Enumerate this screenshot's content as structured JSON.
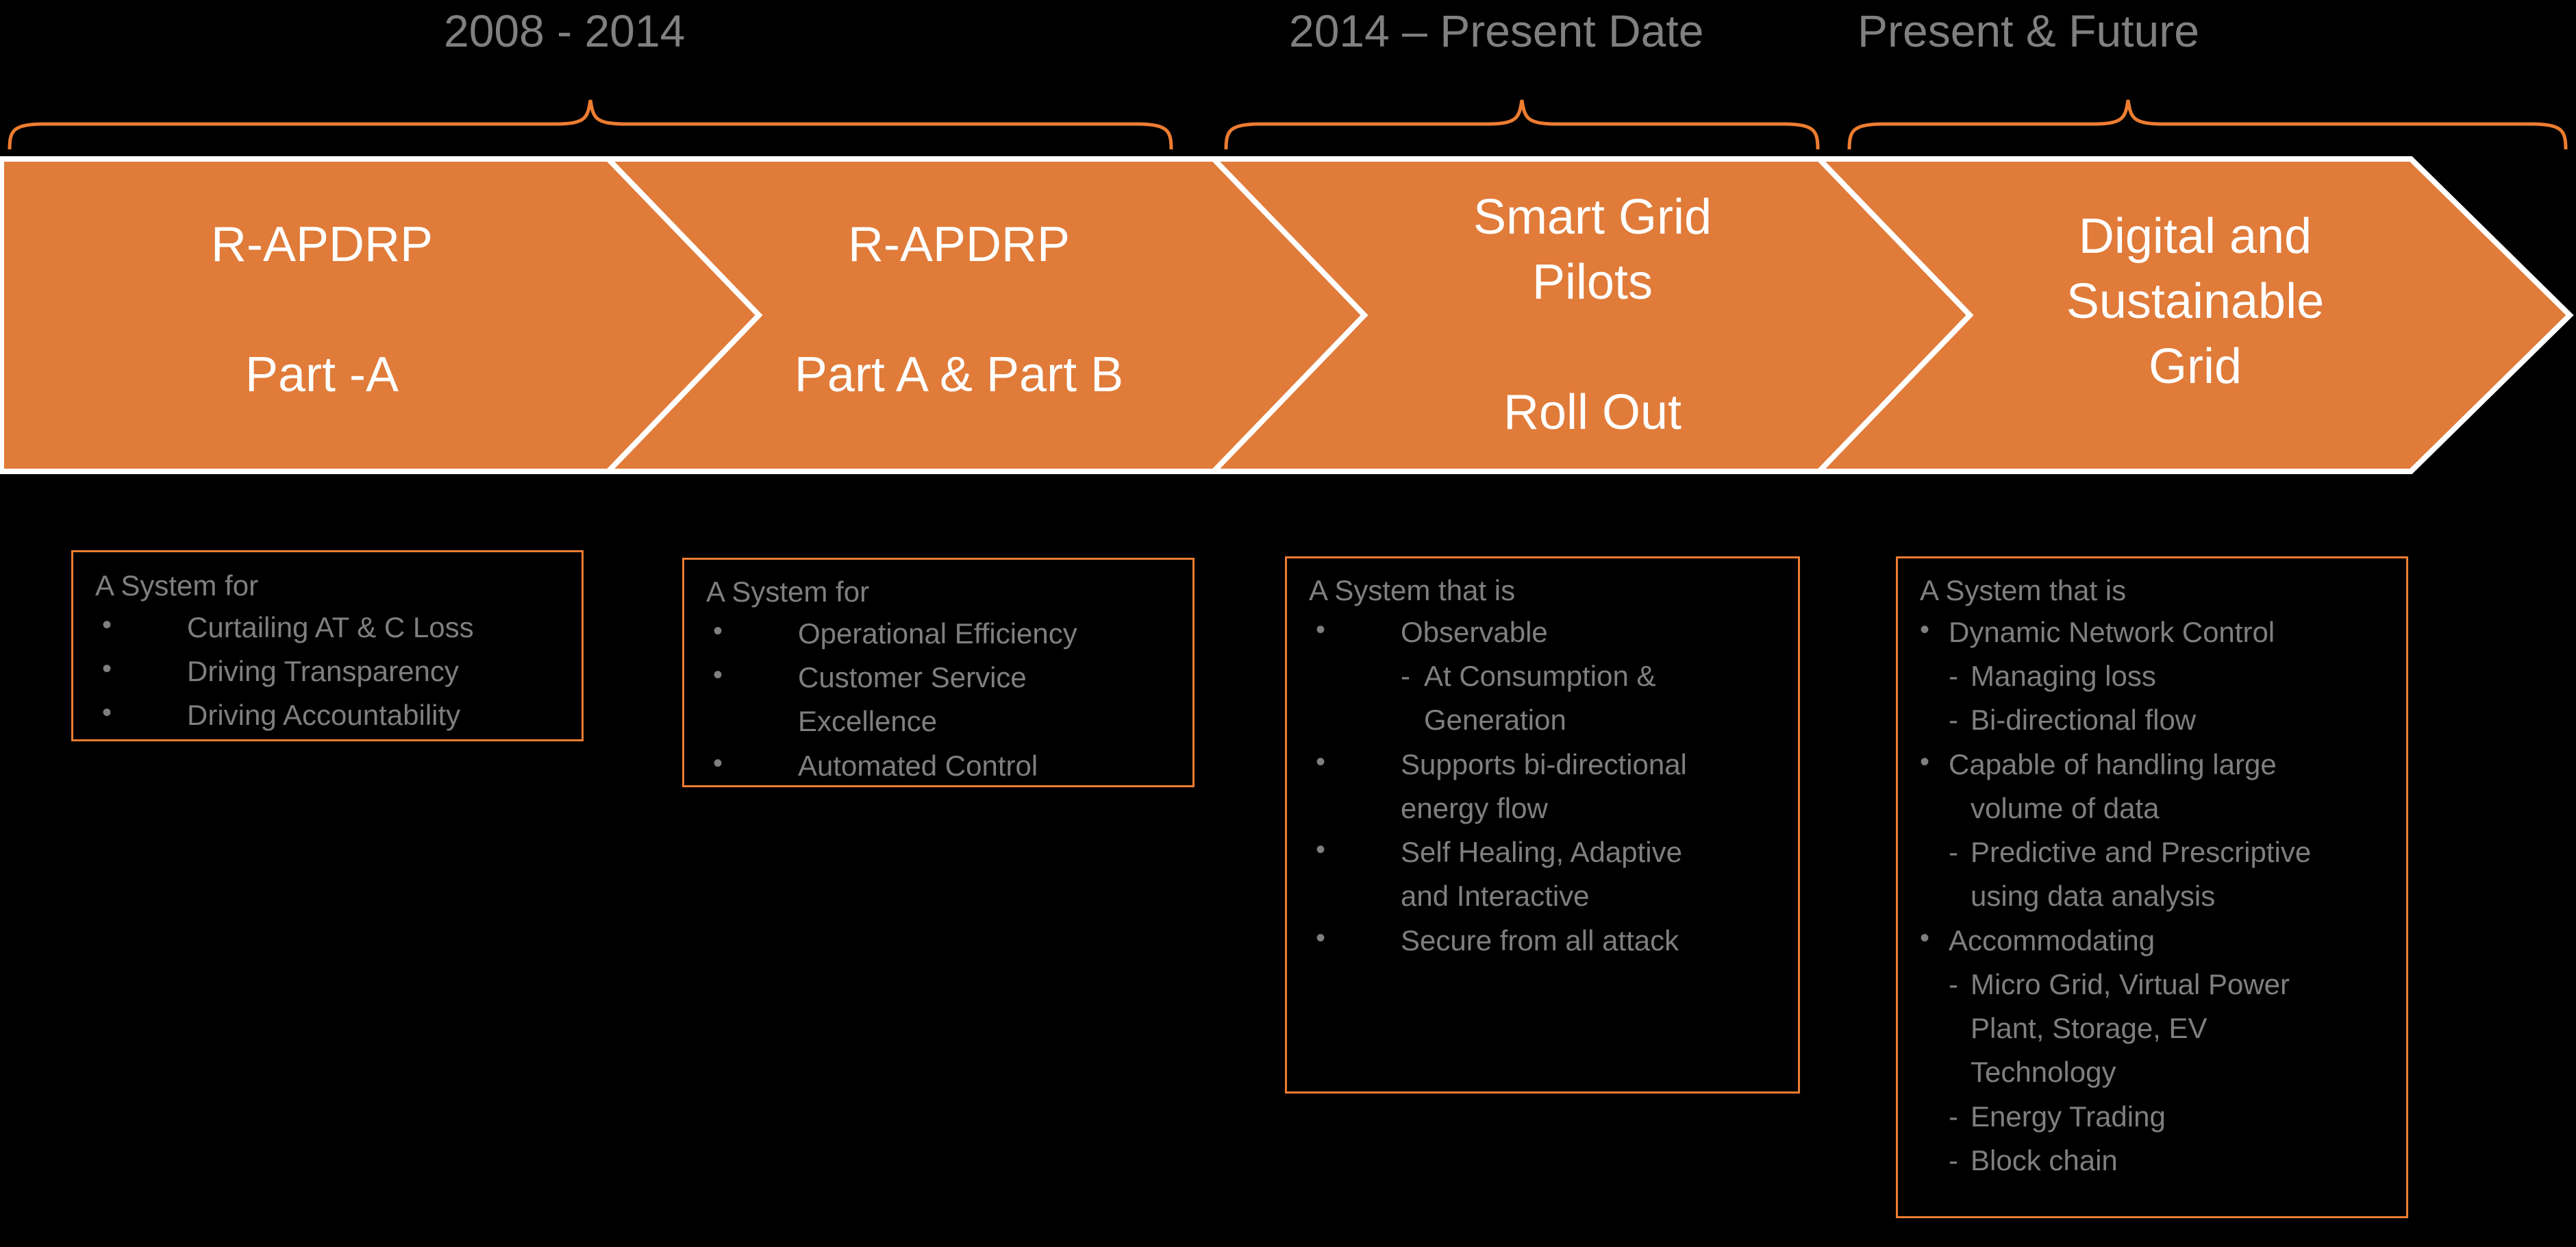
{
  "colors": {
    "background": "#000000",
    "chevron_fill": "#e07b39",
    "chevron_outline": "#ffffff",
    "brace": "#ed7d31",
    "box_border": "#ed7d31",
    "body_text": "#7f7f7f",
    "chevron_text": "#ffffff",
    "era_text": "#808080"
  },
  "eras": [
    {
      "label": "2008 - 2014"
    },
    {
      "label": "2014 – Present Date"
    },
    {
      "label": "Present & Future"
    }
  ],
  "phases": [
    {
      "title": "R-APDRP\n\nPart -A"
    },
    {
      "title": "R-APDRP\n\nPart A & Part B"
    },
    {
      "title": "Smart Grid\nPilots\n\nRoll Out"
    },
    {
      "title": "Digital and\nSustainable\nGrid"
    }
  ],
  "detail_boxes": [
    {
      "heading": "A System for",
      "items": [
        {
          "kind": "bullet",
          "text": "Curtailing AT & C Loss"
        },
        {
          "kind": "bullet",
          "text": "Driving Transparency"
        },
        {
          "kind": "bullet",
          "text": "Driving Accountability"
        }
      ]
    },
    {
      "heading": "A System for",
      "items": [
        {
          "kind": "bullet",
          "text": "Operational Efficiency"
        },
        {
          "kind": "bullet",
          "text": "Customer Service"
        },
        {
          "kind": "cont",
          "text": "Excellence"
        },
        {
          "kind": "bullet",
          "text": "Automated Control"
        }
      ]
    },
    {
      "heading": "A System that is",
      "items": [
        {
          "kind": "bullet",
          "text": "Observable"
        },
        {
          "kind": "dash",
          "text": "At Consumption &"
        },
        {
          "kind": "subcont",
          "text": "Generation"
        },
        {
          "kind": "bullet",
          "text": "Supports bi-directional"
        },
        {
          "kind": "cont",
          "text": "energy flow"
        },
        {
          "kind": "bullet",
          "text": "Self Healing, Adaptive"
        },
        {
          "kind": "cont",
          "text": "and Interactive"
        },
        {
          "kind": "bullet",
          "text": "Secure from all attack"
        }
      ]
    },
    {
      "heading": "A System that is",
      "items": [
        {
          "kind": "tbullet",
          "text": "Dynamic Network Control"
        },
        {
          "kind": "tdash",
          "text": "Managing loss"
        },
        {
          "kind": "tdash",
          "text": "Bi-directional flow"
        },
        {
          "kind": "tbullet",
          "text": "Capable of handling large"
        },
        {
          "kind": "tcont",
          "text": "volume of data"
        },
        {
          "kind": "tdash",
          "text": "Predictive and Prescriptive"
        },
        {
          "kind": "tcont2",
          "text": "using data analysis"
        },
        {
          "kind": "tbullet",
          "text": "Accommodating"
        },
        {
          "kind": "tdash",
          "text": "Micro Grid, Virtual Power"
        },
        {
          "kind": "tcont2",
          "text": "Plant, Storage, EV"
        },
        {
          "kind": "tcont2",
          "text": "Technology"
        },
        {
          "kind": "tdash",
          "text": "Energy Trading"
        },
        {
          "kind": "tdash",
          "text": "Block chain"
        }
      ]
    }
  ]
}
